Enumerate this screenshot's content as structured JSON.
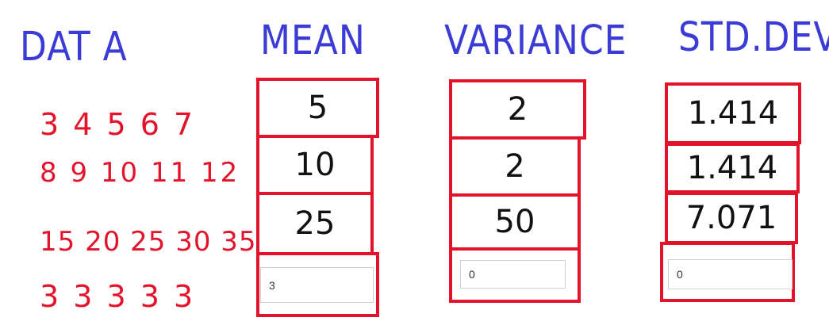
{
  "headers": {
    "data": "DAT A",
    "mean": "MEAN",
    "variance": "VARIANCE",
    "stddev": "STD.DEV"
  },
  "rows": [
    {
      "data": "3 4 5 6 7",
      "mean": "5",
      "variance": "2",
      "stddev": "1.414"
    },
    {
      "data": "8 9 10 11 12",
      "mean": "10",
      "variance": "2",
      "stddev": "1.414"
    },
    {
      "data": "15 20 25 30 35",
      "mean": "25",
      "variance": "50",
      "stddev": "7.071"
    },
    {
      "data": "3 3 3 3 3"
    }
  ],
  "inputs": {
    "mean": "3",
    "variance": "0",
    "stddev": "0"
  },
  "colors": {
    "header_blue": "#3b3bd6",
    "data_red": "#e3132b",
    "ink": "#111111"
  }
}
